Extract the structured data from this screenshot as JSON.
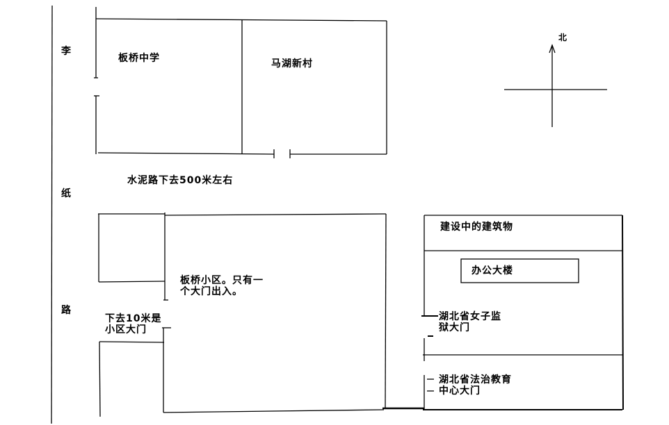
{
  "road": {
    "label_chars": [
      "李",
      "纸",
      "路"
    ]
  },
  "buildings": {
    "school": "板桥中学",
    "village": "马湖新村",
    "community": [
      "板桥小区。只有一",
      "个大门出入。"
    ],
    "construction": "建设中的建筑物",
    "office": "办公大楼",
    "prison_gate": [
      "湖北省女子监",
      "狱大门"
    ],
    "education_gate": [
      "湖北省法治教育",
      "中心大门"
    ]
  },
  "notes": {
    "cement_road": "水泥路下去500米左右",
    "community_gate": [
      "下去10米是",
      "小区大门"
    ]
  },
  "compass": {
    "north": "北"
  }
}
